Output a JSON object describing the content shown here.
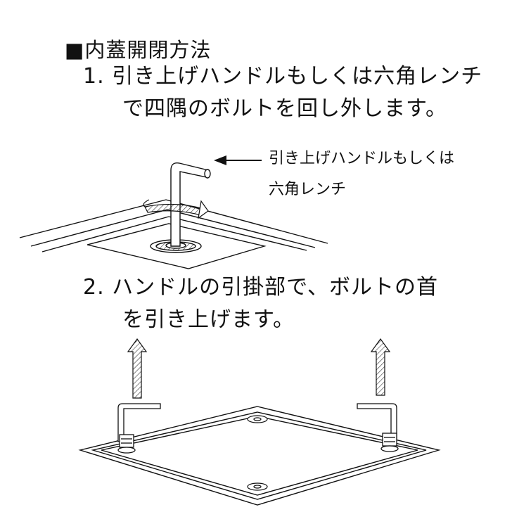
{
  "heading": "■内蓋開閉方法",
  "steps": [
    {
      "number": "1.",
      "line1": "引き上げハンドルもしくは六角レンチ",
      "line2": "で四隅のボルトを回し外します。"
    },
    {
      "number": "2.",
      "line1": "ハンドルの引掛部で、ボルトの首",
      "line2": "を引き上げます。"
    }
  ],
  "callout": {
    "line1": "引き上げハンドルもしくは",
    "line2": "六角レンチ"
  },
  "icons": [
    "hex-wrench-icon",
    "rotation-arrow-icon",
    "bolt-icon",
    "lift-arrow-icon",
    "lifting-handle-icon",
    "inner-lid-icon"
  ]
}
